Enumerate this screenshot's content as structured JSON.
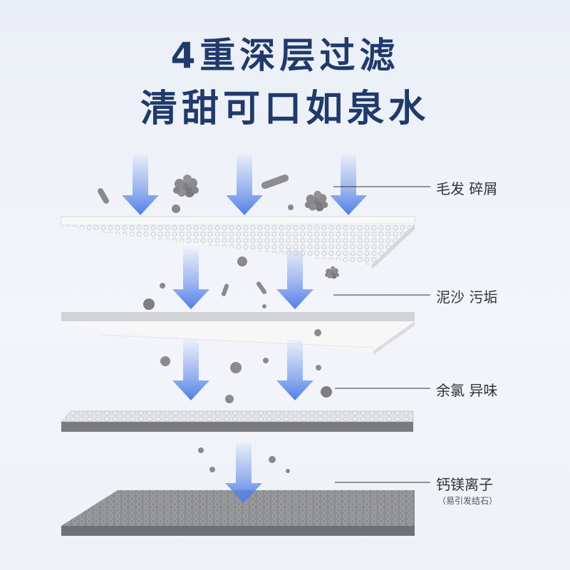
{
  "headline": {
    "line1": "4重深层过滤",
    "line2": "清甜可口如泉水"
  },
  "layers": [
    {
      "label": "毛发 碎屑"
    },
    {
      "label": "泥沙 污垢"
    },
    {
      "label": "余氯 异味"
    },
    {
      "label": "钙镁离子",
      "note": "（易引发结石）"
    }
  ],
  "colors": {
    "title": "#1f3a6b",
    "arrow": "#5b86e8",
    "particle": "#8a8a8a"
  }
}
